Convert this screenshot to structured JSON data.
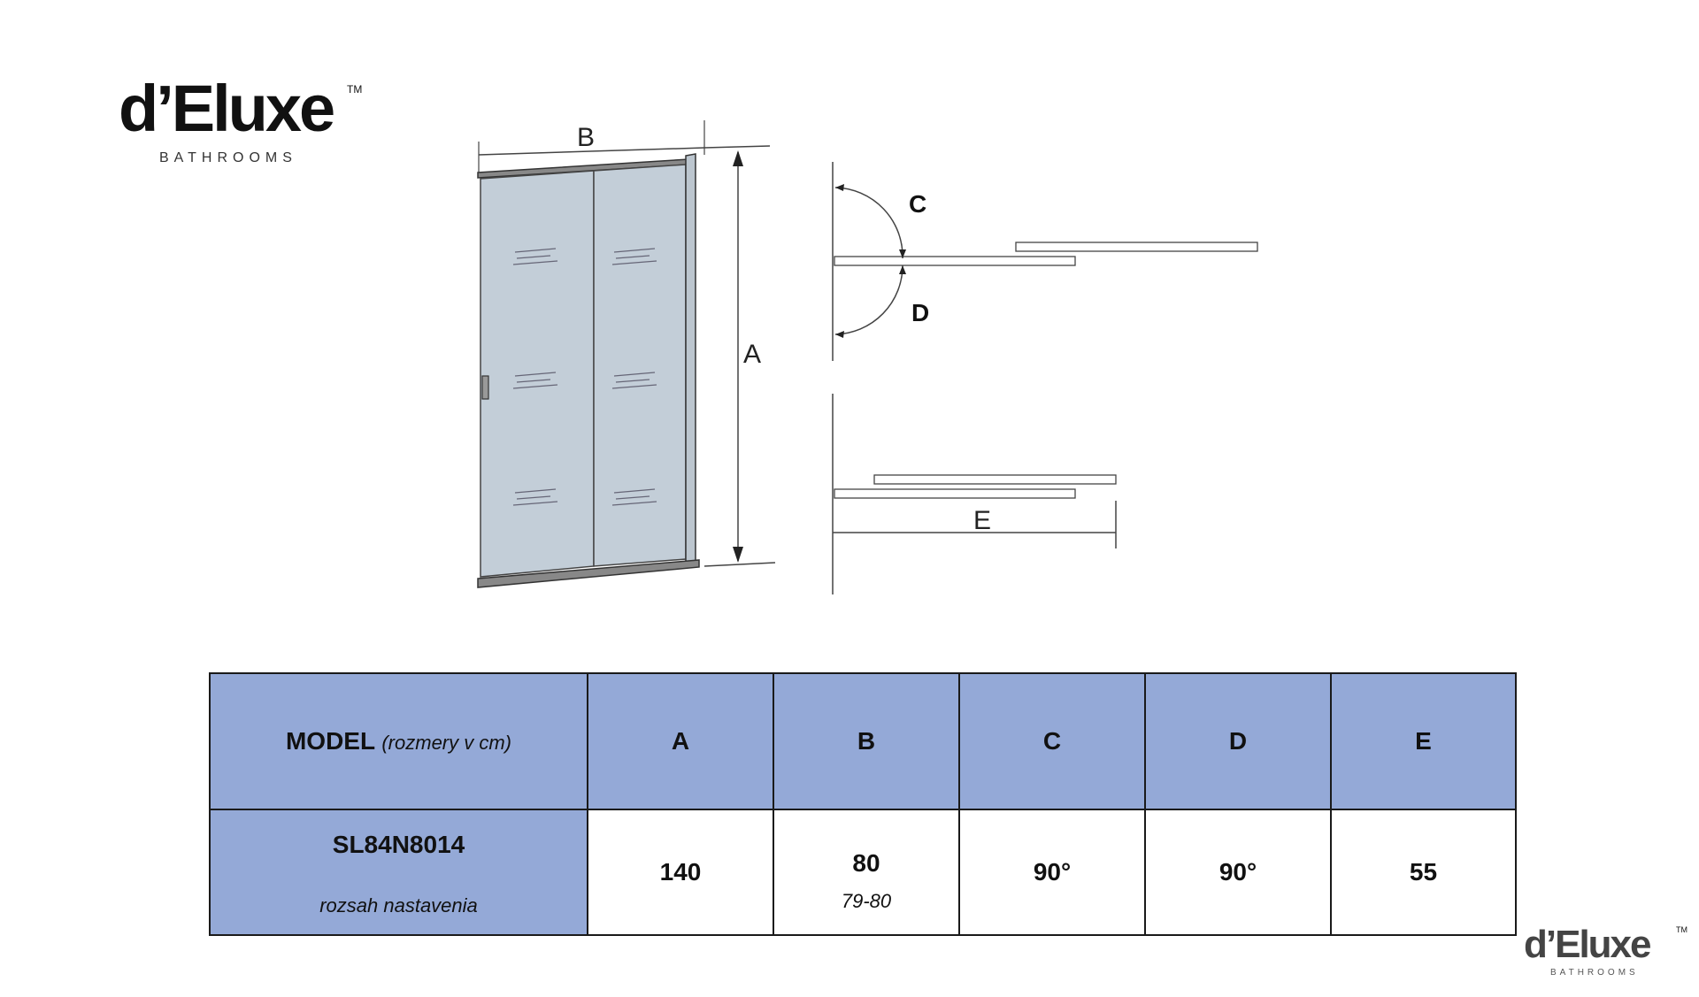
{
  "brand": {
    "name": "d’Eluxe",
    "tm": "TM",
    "subtitle": "BATHROOMS"
  },
  "diagram": {
    "labels": {
      "a": "A",
      "b": "B",
      "c": "C",
      "d": "D",
      "e": "E"
    },
    "colors": {
      "glass": "#c3ced8",
      "frame": "#333333"
    }
  },
  "table": {
    "header": {
      "model_label": "MODEL",
      "model_unit": "(rozmery v cm)",
      "columns": [
        "A",
        "B",
        "C",
        "D",
        "E"
      ]
    },
    "row": {
      "model": "SL84N8014",
      "range_label": "rozsah nastavenia",
      "a": "140",
      "b": "80",
      "b_range": "79-80",
      "c": "90°",
      "d": "90°",
      "e": "55"
    },
    "colors": {
      "header_bg": "#94a9d7"
    }
  }
}
